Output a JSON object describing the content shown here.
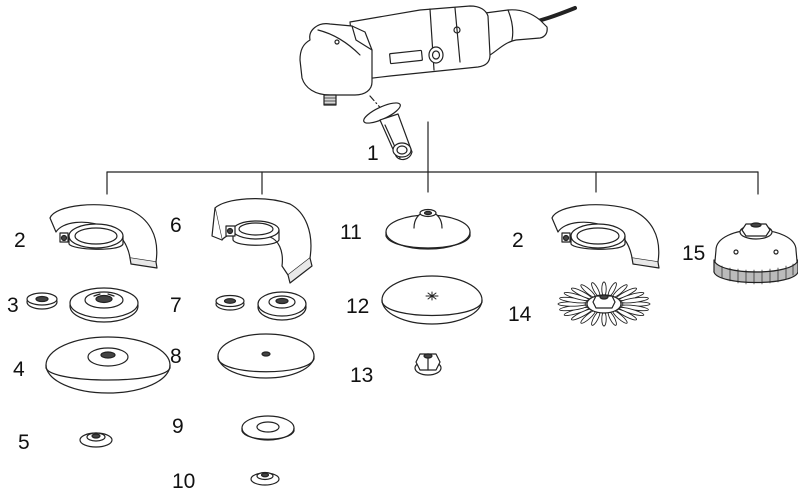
{
  "colors": {
    "line": "#222222",
    "fill_white": "#ffffff",
    "fill_light": "#ececec",
    "fill_mid": "#c8c8c8",
    "fill_dark": "#555555"
  },
  "callouts": {
    "n1": "1",
    "n2_left": "2",
    "n3": "3",
    "n4": "4",
    "n5": "5",
    "n6": "6",
    "n7": "7",
    "n8": "8",
    "n9": "9",
    "n10": "10",
    "n11": "11",
    "n12": "12",
    "n13": "13",
    "n2_right": "2",
    "n14": "14",
    "n15": "15"
  }
}
